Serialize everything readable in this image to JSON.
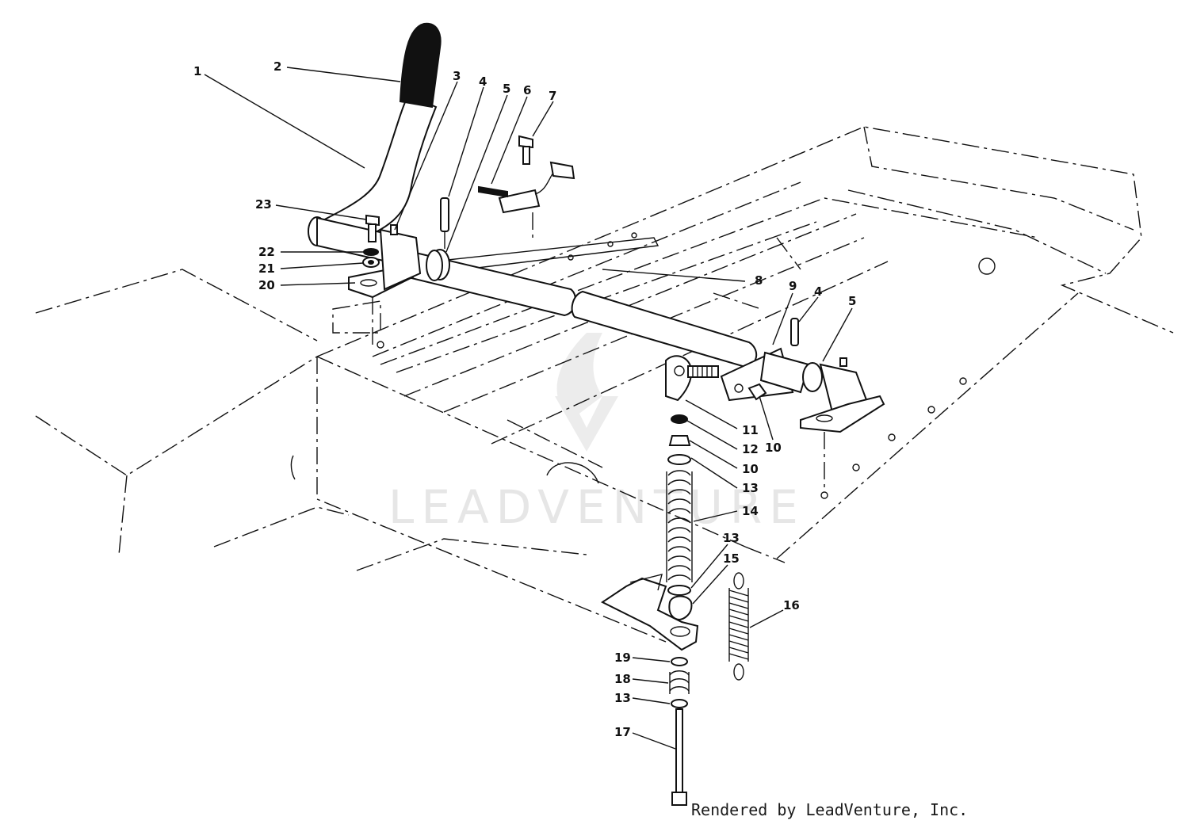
{
  "credit": "Rendered by LeadVenture, Inc.",
  "watermark": "LEADVENTURE",
  "colors": {
    "ink": "#111111",
    "paper": "#ffffff",
    "watermark": "#e6e6e6"
  },
  "callouts": {
    "c1": "1",
    "c2": "2",
    "c3": "3",
    "c4a": "4",
    "c5a": "5",
    "c6": "6",
    "c7": "7",
    "c8": "8",
    "c9": "9",
    "c4b": "4",
    "c5b": "5",
    "c10a": "10",
    "c11": "11",
    "c12": "12",
    "c10b": "10",
    "c13a": "13",
    "c14": "14",
    "c13b": "13",
    "c15": "15",
    "c16": "16",
    "c19": "19",
    "c18": "18",
    "c13c": "13",
    "c17": "17",
    "c23": "23",
    "c22": "22",
    "c21": "21",
    "c20": "20"
  }
}
